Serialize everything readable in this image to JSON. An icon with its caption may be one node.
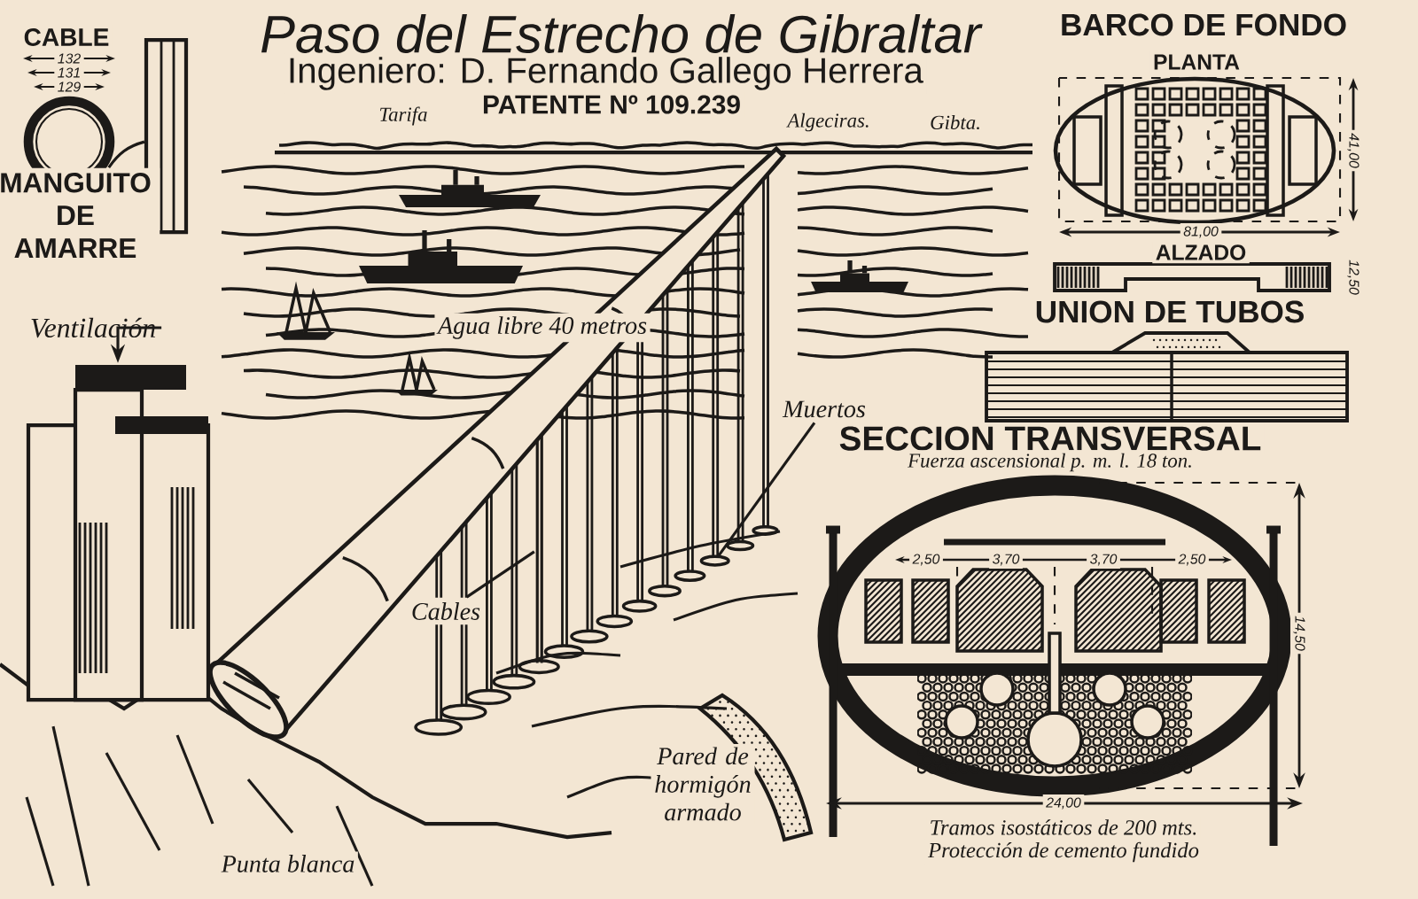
{
  "diagram": {
    "title": "Paso del Estrecho de Gibraltar",
    "nodes": [
      {
        "text": [
          "MANGUITO DE AMARRE"
        ]
      },
      {
        "text": [
          "Ventilación"
        ]
      },
      {
        "text": [
          "Muertos"
        ]
      },
      {
        "text": [
          "Cables"
        ]
      },
      {
        "text": [],
        "shape": "picture"
      },
      {
        "text": [],
        "shape": "picture"
      },
      {
        "text": [],
        "shape": "circle"
      },
      {
        "text": [],
        "shape": "picture"
      }
    ],
    "edges": [
      {
        "from": 0,
        "to": 4,
        "arrow": "none"
      },
      {
        "from": 1,
        "to": 5,
        "arrow": "to"
      },
      {
        "from": 2,
        "to": 6,
        "arrow": "none"
      },
      {
        "from": 3,
        "to": 7,
        "arrow": "none"
      }
    ],
    "labels": [
      "Ingeniero: D. Fernando Gallego Herrera",
      "PATENTE Nº 109.239",
      "CABLE",
      "132",
      "131",
      "129",
      "Tarifa",
      "Algeciras.",
      "Gibta.",
      "BARCO DE FONDO",
      "PLANTA",
      "41,00",
      "81,00",
      "ALZADO",
      "12,50",
      "UNION DE TUBOS",
      "Agua libre 40 metros",
      "SECCION TRANSVERSAL",
      "Fuerza ascensional p. m. l. 18 ton.",
      "2,50",
      "3,70",
      "3,70",
      "2,50",
      "14,50",
      "24,00",
      "Pared de hormigón armado",
      "Tramos isostáticos de 200 mts.",
      "Protección de cemento fundido",
      "Punta blanca"
    ]
  }
}
